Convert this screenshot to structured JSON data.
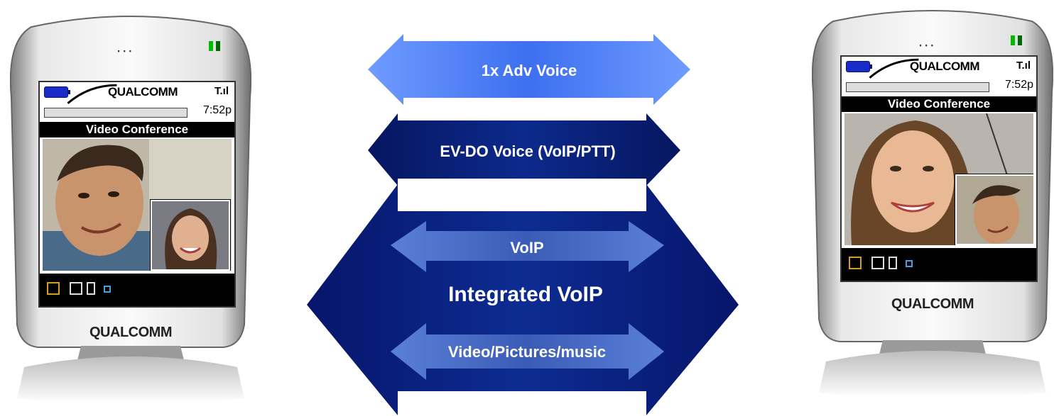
{
  "diagram": {
    "arrows": [
      {
        "label": "1x Adv Voice",
        "color": "#4a7ef0"
      },
      {
        "label": "EV-DO Voice (VoIP/PTT)",
        "color": "#0a1f7a"
      },
      {
        "label": "Integrated VoIP",
        "color": "#0a2a8a"
      }
    ],
    "inner_arrows": [
      {
        "label": "VoIP",
        "color": "#3d5fb8"
      },
      {
        "label": "Video/Pictures/music",
        "color": "#3d5fb8"
      }
    ]
  },
  "phones": [
    {
      "brand": "QUALCOMM",
      "signal": "T.ıl",
      "time": "7:52p",
      "screen_title": "Video Conference",
      "bottom_logo": "QUALCOMM",
      "main_person": "man",
      "pip_person": "woman"
    },
    {
      "brand": "QUALCOMM",
      "signal": "T.ıl",
      "time": "7:52p",
      "screen_title": "Video Conference",
      "bottom_logo": "QUALCOMM",
      "main_person": "woman",
      "pip_person": "man"
    }
  ]
}
